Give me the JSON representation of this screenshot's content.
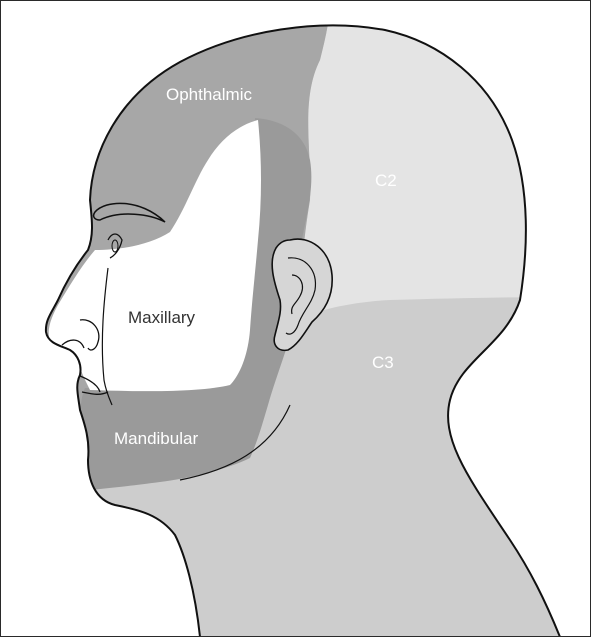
{
  "figure": {
    "labels": {
      "ophthalmic": "Ophthalmic",
      "maxillary": "Maxillary",
      "mandibular": "Mandibular",
      "c2": "C2",
      "c3": "C3"
    },
    "colors": {
      "ophthalmic": "#a7a7a7",
      "maxillary": "#ffffff",
      "mandibular": "#9a9a9a",
      "c2": "#e4e4e4",
      "c3": "#cdcdcd",
      "outline": "#111111"
    }
  }
}
